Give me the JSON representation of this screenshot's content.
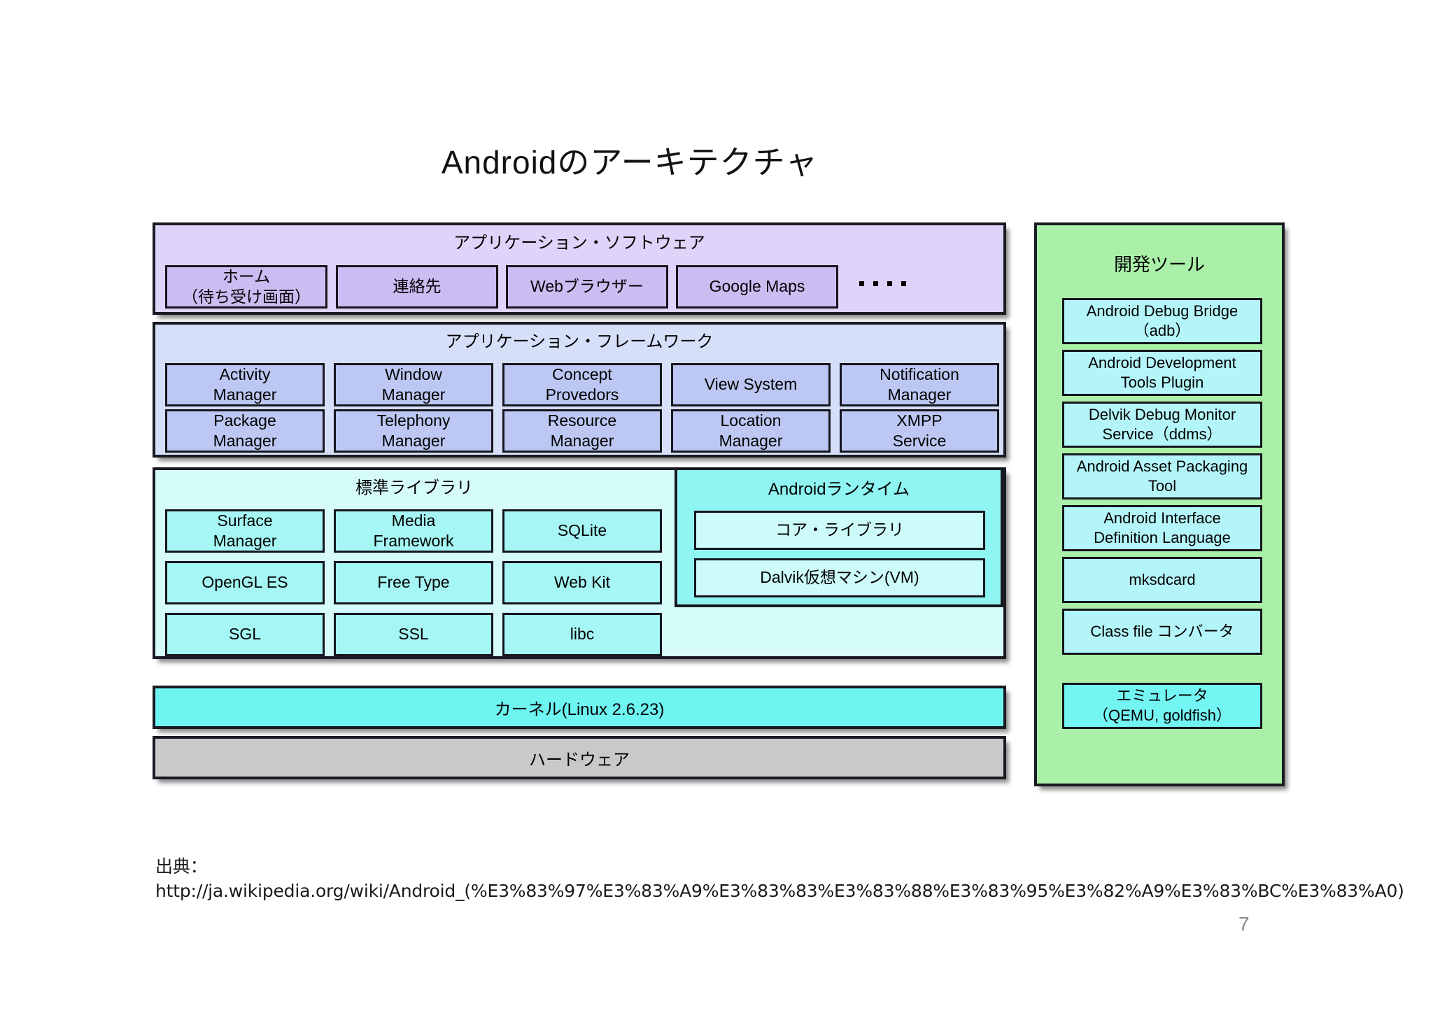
{
  "title": "Androidのアーキテクチャ",
  "application_layer": {
    "heading": "アプリケーション・ソフトウェア",
    "items": [
      "ホーム\n（待ち受け画面）",
      "連絡先",
      "Webブラウザー",
      "Google Maps"
    ],
    "ellipsis": "...."
  },
  "framework_layer": {
    "heading": "アプリケーション・フレームワーク",
    "row1": [
      "Activity\nManager",
      "Window\nManager",
      "Concept\nProvedors",
      "View System",
      "Notification\nManager"
    ],
    "row2": [
      "Package\nManager",
      "Telephony\nManager",
      "Resource\nManager",
      "Location\nManager",
      "XMPP\nService"
    ]
  },
  "libraries_layer": {
    "heading": "標準ライブラリ",
    "row1": [
      "Surface\nManager",
      "Media\nFramework",
      "SQLite"
    ],
    "row2": [
      "OpenGL ES",
      "Free Type",
      "Web Kit"
    ],
    "row3": [
      "SGL",
      "SSL",
      "libc"
    ]
  },
  "runtime": {
    "heading": "Androidランタイム",
    "items": [
      "コア・ライブラリ",
      "Dalvik仮想マシン(VM)"
    ]
  },
  "kernel": {
    "label": "カーネル(Linux 2.6.23)"
  },
  "hardware": {
    "label": "ハードウェア"
  },
  "tools_panel": {
    "heading": "開発ツール",
    "items": [
      "Android Debug Bridge\n（adb）",
      "Android Development\nTools Plugin",
      "Delvik Debug Monitor\nService（ddms）",
      "Android Asset Packaging\nTool",
      "Android Interface\nDefinition Language",
      "mksdcard",
      "Class file コンバータ"
    ],
    "emulator": "エミュレータ\n（QEMU, goldfish）"
  },
  "footer": {
    "source_label": "出典：",
    "url": "http://ja.wikipedia.org/wiki/Android_(%E3%83%97%E3%83%A9%E3%83%83%E3%83%88%E3%83%95%E3%82%A9%E3%83%BC%E3%83%A0)"
  },
  "page_number": "7",
  "colors": {
    "apps": "#ded3f8",
    "framework": "#d6dff8",
    "libraries": "#d6fbfb",
    "runtime": "#8ef5f2",
    "kernel": "#6ef5f2",
    "hardware": "#c9c9c9",
    "tools": "#aaf0a8",
    "tools_item": "#b4f5f9"
  }
}
